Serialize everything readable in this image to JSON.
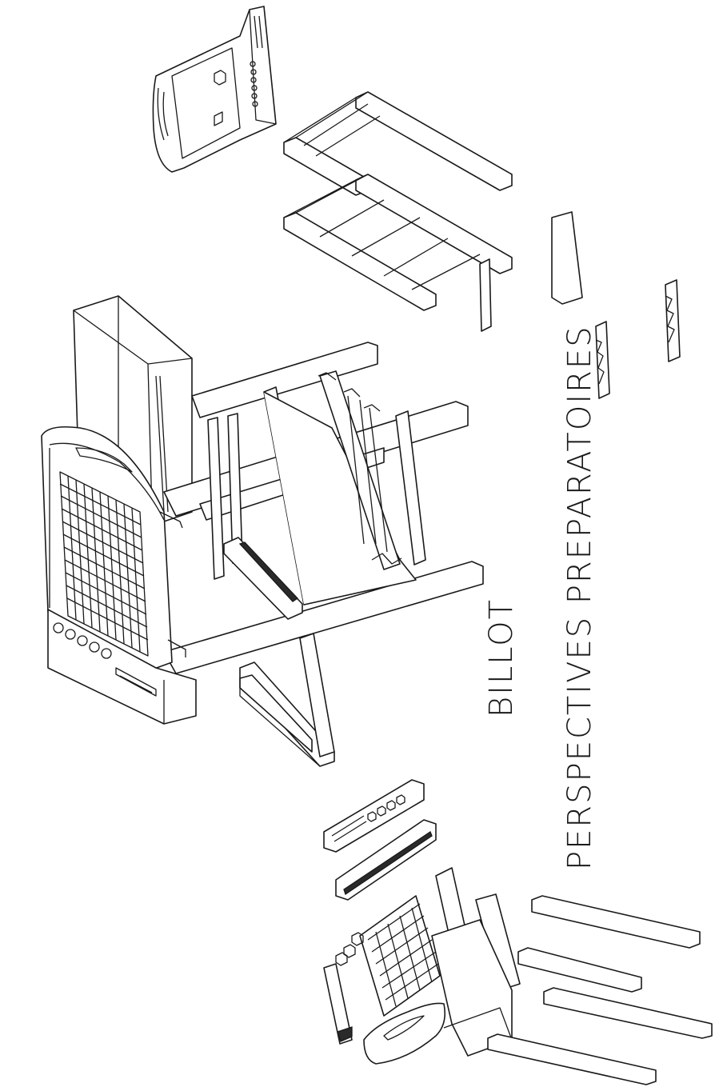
{
  "drawing": {
    "title": "BILLOT",
    "subtitle": "PERSPECTIVES PREPARATOIRES"
  },
  "views": [
    {
      "id": "assembled",
      "icon": "billot-assembled-view"
    },
    {
      "id": "frame",
      "icon": "frame-exploded-view"
    },
    {
      "id": "board-end",
      "icon": "board-end-piece-view"
    },
    {
      "id": "parts",
      "icon": "exploded-parts-view"
    }
  ],
  "colors": {
    "line": "#1a1a1a",
    "paper": "#ffffff"
  }
}
